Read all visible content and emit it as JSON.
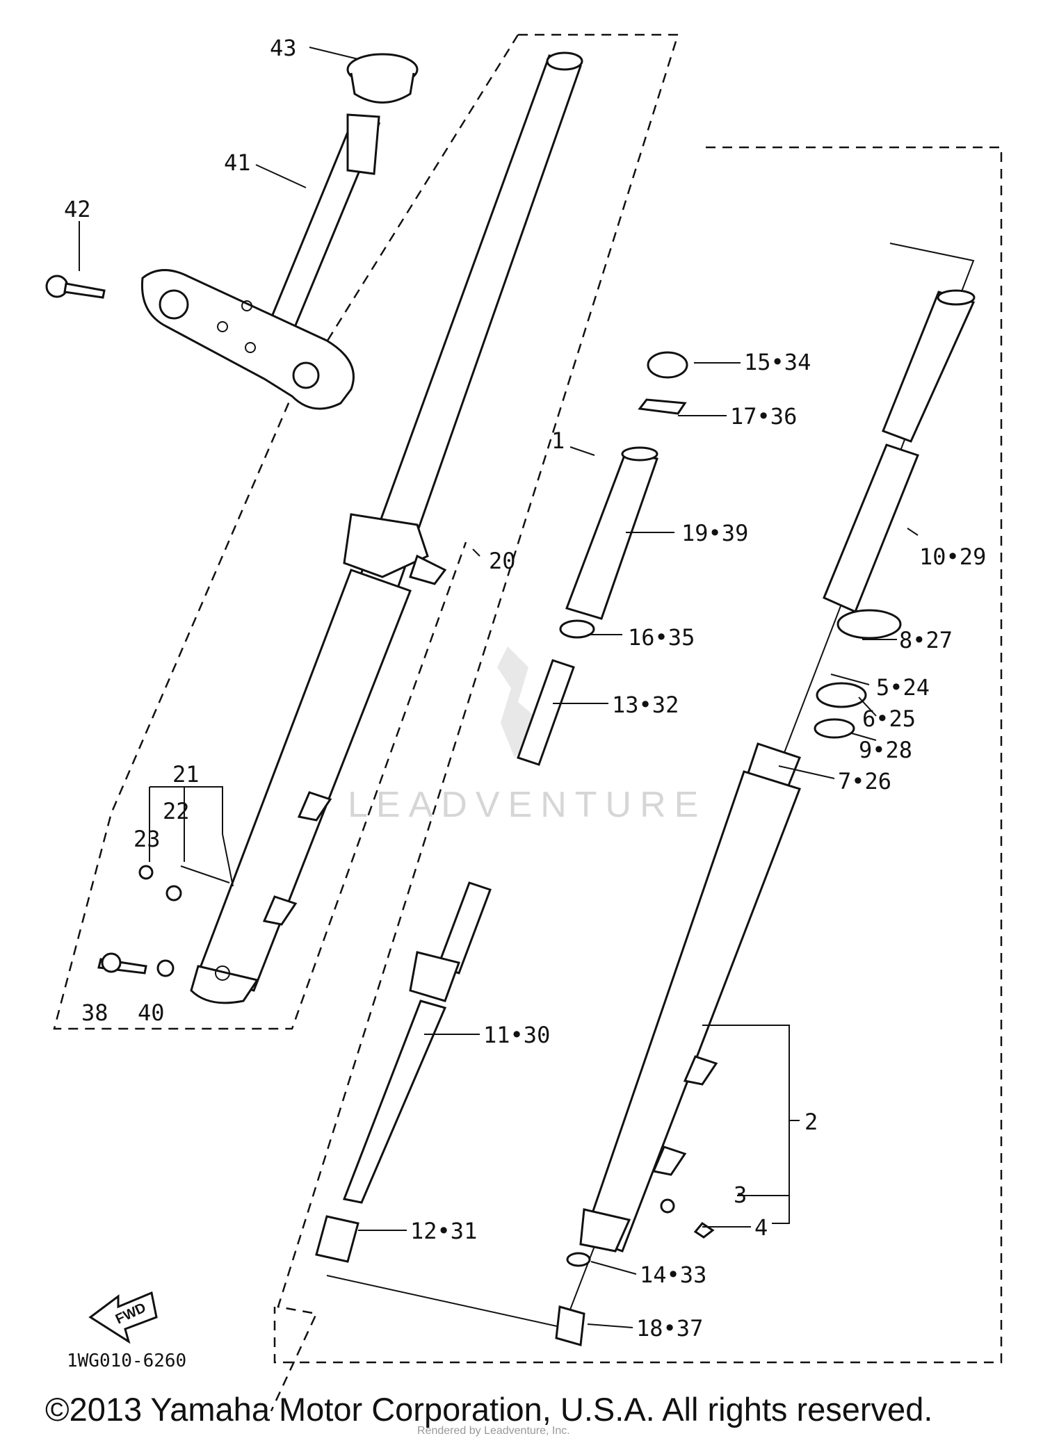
{
  "diagram": {
    "figure_code": "1WG010-6260",
    "fwd_label": "FWD",
    "watermark": "LEADVENTURE",
    "callouts": {
      "c1": "1",
      "c2": "2",
      "c3": "3",
      "c4": "4",
      "c5_24": "5•24",
      "c6_25": "6•25",
      "c7_26": "7•26",
      "c8_27": "8•27",
      "c9_28": "9•28",
      "c10_29": "10•29",
      "c11_30": "11•30",
      "c12_31": "12•31",
      "c13_32": "13•32",
      "c14_33": "14•33",
      "c15_34": "15•34",
      "c16_35": "16•35",
      "c17_36": "17•36",
      "c18_37": "18•37",
      "c19_39": "19•39",
      "c20": "20",
      "c21": "21",
      "c22": "22",
      "c23": "23",
      "c38": "38",
      "c40": "40",
      "c41": "41",
      "c42": "42",
      "c43": "43"
    }
  },
  "footer": {
    "copyright": "©2013 Yamaha Motor Corporation, U.S.A. All rights reserved.",
    "rendered_by": "Rendered by Leadventure, Inc."
  }
}
